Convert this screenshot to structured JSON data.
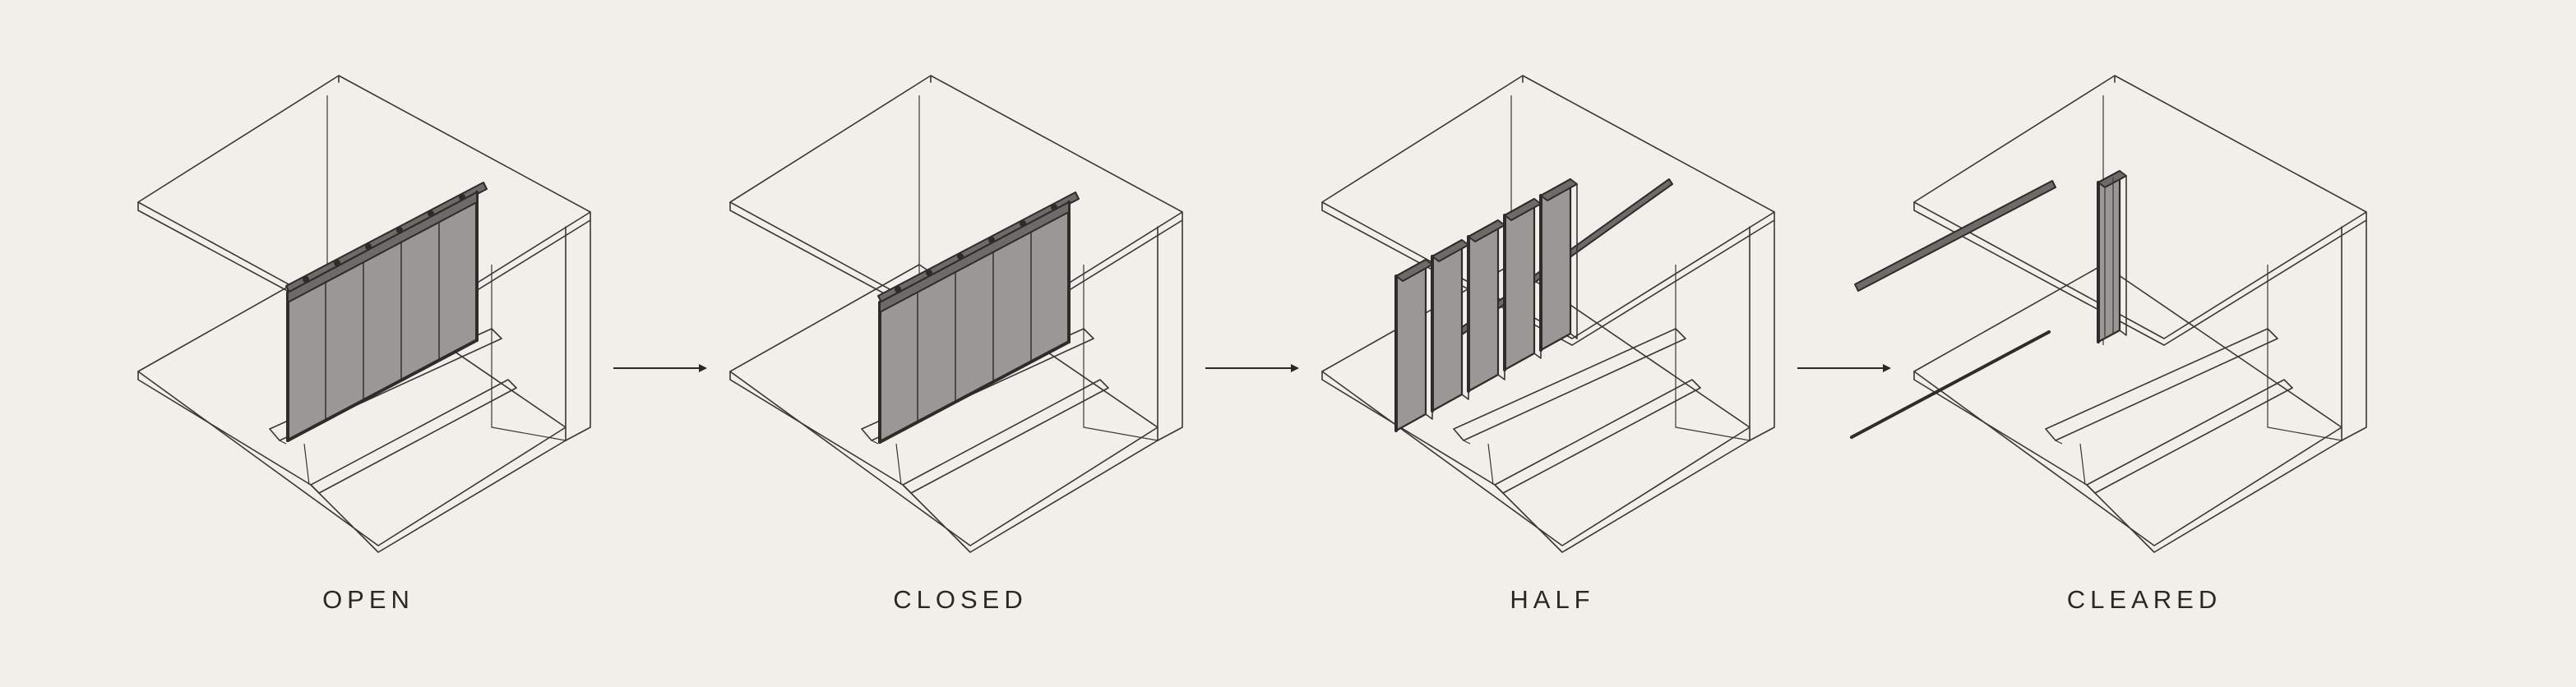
{
  "colors": {
    "background": "#f2eeea",
    "line": "#3a3634",
    "panel_fill": "#9b9795",
    "panel_stroke": "#2e2b2a",
    "text": "#2a2726"
  },
  "states": [
    {
      "label": "OPEN"
    },
    {
      "label": "CLOSED"
    },
    {
      "label": "HALF"
    },
    {
      "label": "CLEARED"
    }
  ],
  "transitions": [
    {
      "icon": "arrow-right-icon"
    },
    {
      "icon": "arrow-right-icon"
    },
    {
      "icon": "arrow-right-icon"
    }
  ]
}
